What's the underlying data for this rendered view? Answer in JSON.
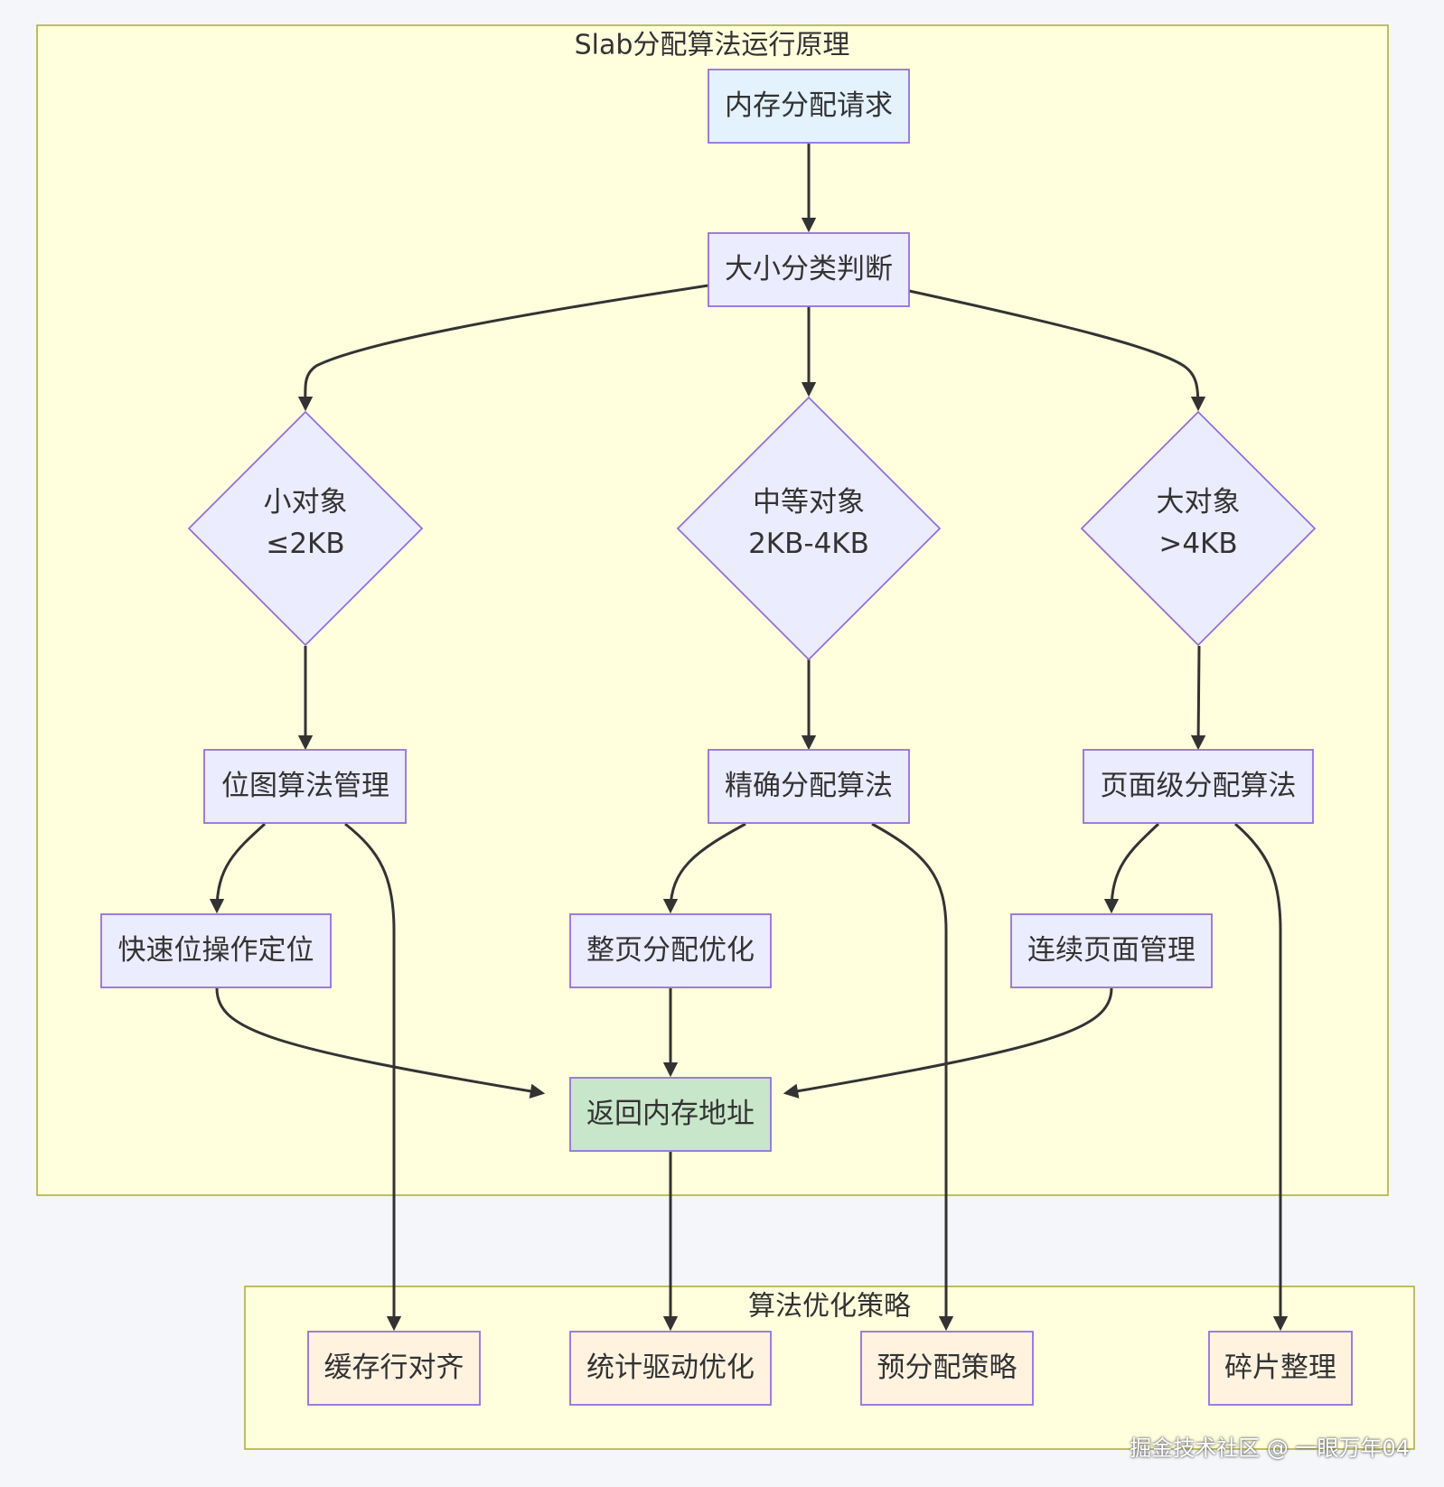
{
  "diagram": {
    "main_cluster_title": "Slab分配算法运行原理",
    "opt_cluster_title": "算法优化策略",
    "nodes": {
      "request": "内存分配请求",
      "classify": "大小分类判断",
      "small": [
        "小对象",
        "≤2KB"
      ],
      "medium": [
        "中等对象",
        "2KB-4KB"
      ],
      "large": [
        "大对象",
        ">4KB"
      ],
      "bitmap": "位图算法管理",
      "exact": "精确分配算法",
      "page": "页面级分配算法",
      "fastbit": "快速位操作定位",
      "wholepage": "整页分配优化",
      "contig": "连续页面管理",
      "ret": "返回内存地址",
      "cacheline": "缓存行对齐",
      "stats": "统计驱动优化",
      "prealloc": "预分配策略",
      "defrag": "碎片整理"
    },
    "colors": {
      "request_fill": "#e3f2fd",
      "return_fill": "#c8e6c9",
      "optimization_fill": "#fff3e0",
      "default_fill": "#ececff",
      "node_border": "#9370db",
      "cluster_fill": "#ffffde",
      "cluster_border": "#aaaa33"
    }
  },
  "watermark": "掘金技术社区 @ 一眼万年04"
}
